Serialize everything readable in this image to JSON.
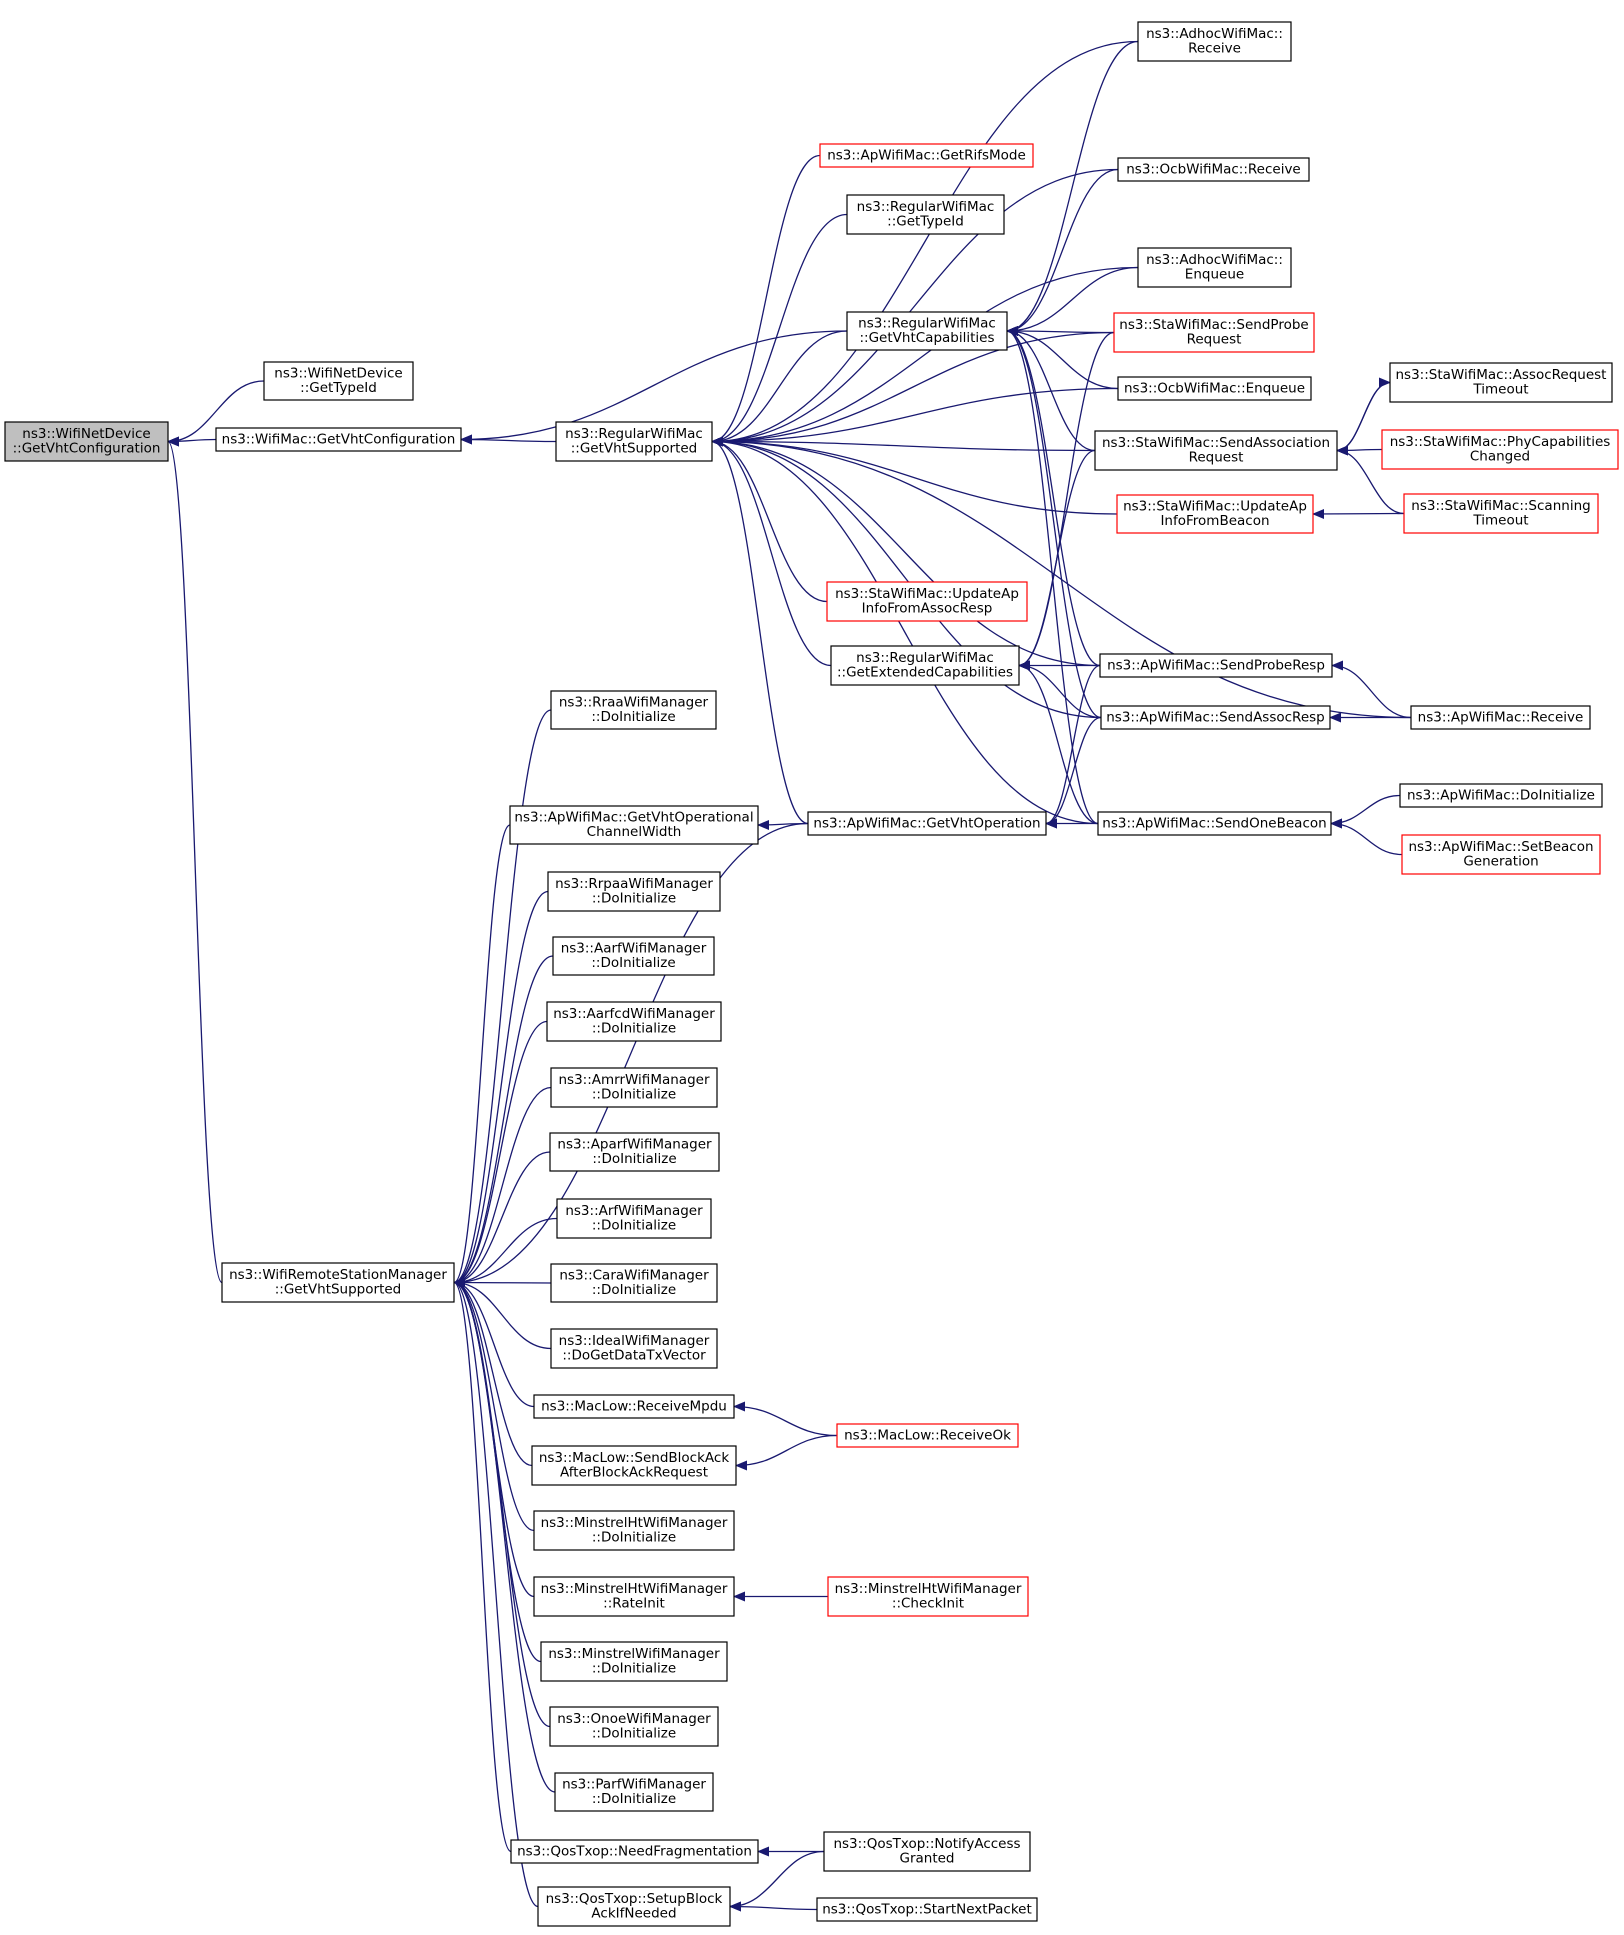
{
  "graph": {
    "colors": {
      "edge": "#191970",
      "border_default": "#000000",
      "border_truncated": "#ff0000",
      "root_fill": "#bfbfbf"
    },
    "nodes": [
      {
        "id": "root",
        "lines": [
          "ns3::WifiNetDevice",
          "::GetVhtConfiguration"
        ],
        "root": true
      },
      {
        "id": "wnd_gettypeid",
        "lines": [
          "ns3::WifiNetDevice",
          "::GetTypeId"
        ]
      },
      {
        "id": "wm_getvhtconfig",
        "lines": [
          "ns3::WifiMac::GetVhtConfiguration"
        ]
      },
      {
        "id": "rwm_getvhtsupported",
        "lines": [
          "ns3::RegularWifiMac",
          "::GetVhtSupported"
        ]
      },
      {
        "id": "wrsm_getvhtsupported",
        "lines": [
          "ns3::WifiRemoteStationManager",
          "::GetVhtSupported"
        ]
      },
      {
        "id": "adhoc_receive",
        "lines": [
          "ns3::AdhocWifiMac::",
          "Receive"
        ]
      },
      {
        "id": "ap_getrifsmode",
        "lines": [
          "ns3::ApWifiMac::GetRifsMode"
        ],
        "truncated": true
      },
      {
        "id": "ocb_receive",
        "lines": [
          "ns3::OcbWifiMac::Receive"
        ]
      },
      {
        "id": "rwm_gettypeid",
        "lines": [
          "ns3::RegularWifiMac",
          "::GetTypeId"
        ]
      },
      {
        "id": "adhoc_enqueue",
        "lines": [
          "ns3::AdhocWifiMac::",
          "Enqueue"
        ]
      },
      {
        "id": "rwm_getvhtcaps",
        "lines": [
          "ns3::RegularWifiMac",
          "::GetVhtCapabilities"
        ]
      },
      {
        "id": "sta_sendprobe",
        "lines": [
          "ns3::StaWifiMac::SendProbe",
          "Request"
        ],
        "truncated": true
      },
      {
        "id": "ocb_enqueue",
        "lines": [
          "ns3::OcbWifiMac::Enqueue"
        ]
      },
      {
        "id": "sta_assocreqtimeout",
        "lines": [
          "ns3::StaWifiMac::AssocRequest",
          "Timeout"
        ]
      },
      {
        "id": "sta_sendassoc",
        "lines": [
          "ns3::StaWifiMac::SendAssociation",
          "Request"
        ]
      },
      {
        "id": "sta_phycaps",
        "lines": [
          "ns3::StaWifiMac::PhyCapabilities",
          "Changed"
        ],
        "truncated": true
      },
      {
        "id": "sta_updateapbeacon",
        "lines": [
          "ns3::StaWifiMac::UpdateAp",
          "InfoFromBeacon"
        ],
        "truncated": true
      },
      {
        "id": "sta_scanningtimeout",
        "lines": [
          "ns3::StaWifiMac::Scanning",
          "Timeout"
        ],
        "truncated": true
      },
      {
        "id": "sta_updateapassoc",
        "lines": [
          "ns3::StaWifiMac::UpdateAp",
          "InfoFromAssocResp"
        ],
        "truncated": true
      },
      {
        "id": "rwm_getextcaps",
        "lines": [
          "ns3::RegularWifiMac",
          "::GetExtendedCapabilities"
        ]
      },
      {
        "id": "ap_sendproberesp",
        "lines": [
          "ns3::ApWifiMac::SendProbeResp"
        ]
      },
      {
        "id": "ap_sendassocresp",
        "lines": [
          "ns3::ApWifiMac::SendAssocResp"
        ]
      },
      {
        "id": "ap_receive",
        "lines": [
          "ns3::ApWifiMac::Receive"
        ]
      },
      {
        "id": "rraa_doinit",
        "lines": [
          "ns3::RraaWifiManager",
          "::DoInitialize"
        ]
      },
      {
        "id": "ap_getvhtopchw",
        "lines": [
          "ns3::ApWifiMac::GetVhtOperational",
          "ChannelWidth"
        ]
      },
      {
        "id": "ap_getvhtop",
        "lines": [
          "ns3::ApWifiMac::GetVhtOperation"
        ]
      },
      {
        "id": "ap_sendonebeacon",
        "lines": [
          "ns3::ApWifiMac::SendOneBeacon"
        ]
      },
      {
        "id": "ap_doinit",
        "lines": [
          "ns3::ApWifiMac::DoInitialize"
        ]
      },
      {
        "id": "ap_setbeacongen",
        "lines": [
          "ns3::ApWifiMac::SetBeacon",
          "Generation"
        ],
        "truncated": true
      },
      {
        "id": "rrpaa_doinit",
        "lines": [
          "ns3::RrpaaWifiManager",
          "::DoInitialize"
        ]
      },
      {
        "id": "aarf_doinit",
        "lines": [
          "ns3::AarfWifiManager",
          "::DoInitialize"
        ]
      },
      {
        "id": "aarfcd_doinit",
        "lines": [
          "ns3::AarfcdWifiManager",
          "::DoInitialize"
        ]
      },
      {
        "id": "amrr_doinit",
        "lines": [
          "ns3::AmrrWifiManager",
          "::DoInitialize"
        ]
      },
      {
        "id": "aparf_doinit",
        "lines": [
          "ns3::AparfWifiManager",
          "::DoInitialize"
        ]
      },
      {
        "id": "arf_doinit",
        "lines": [
          "ns3::ArfWifiManager",
          "::DoInitialize"
        ]
      },
      {
        "id": "cara_doinit",
        "lines": [
          "ns3::CaraWifiManager",
          "::DoInitialize"
        ]
      },
      {
        "id": "ideal_dogetdatatx",
        "lines": [
          "ns3::IdealWifiManager",
          "::DoGetDataTxVector"
        ]
      },
      {
        "id": "maclow_receivempdu",
        "lines": [
          "ns3::MacLow::ReceiveMpdu"
        ]
      },
      {
        "id": "maclow_receiveok",
        "lines": [
          "ns3::MacLow::ReceiveOk"
        ],
        "truncated": true
      },
      {
        "id": "maclow_sendblockack",
        "lines": [
          "ns3::MacLow::SendBlockAck",
          "AfterBlockAckRequest"
        ]
      },
      {
        "id": "minstrelht_doinit",
        "lines": [
          "ns3::MinstrelHtWifiManager",
          "::DoInitialize"
        ]
      },
      {
        "id": "minstrelht_rateinit",
        "lines": [
          "ns3::MinstrelHtWifiManager",
          "::RateInit"
        ]
      },
      {
        "id": "minstrelht_checkinit",
        "lines": [
          "ns3::MinstrelHtWifiManager",
          "::CheckInit"
        ],
        "truncated": true
      },
      {
        "id": "minstrel_doinit",
        "lines": [
          "ns3::MinstrelWifiManager",
          "::DoInitialize"
        ]
      },
      {
        "id": "onoe_doinit",
        "lines": [
          "ns3::OnoeWifiManager",
          "::DoInitialize"
        ]
      },
      {
        "id": "parf_doinit",
        "lines": [
          "ns3::ParfWifiManager",
          "::DoInitialize"
        ]
      },
      {
        "id": "qos_needfrag",
        "lines": [
          "ns3::QosTxop::NeedFragmentation"
        ]
      },
      {
        "id": "qos_notifyaccess",
        "lines": [
          "ns3::QosTxop::NotifyAccess",
          "Granted"
        ]
      },
      {
        "id": "qos_setupblockack",
        "lines": [
          "ns3::QosTxop::SetupBlock",
          "AckIfNeeded"
        ]
      },
      {
        "id": "qos_startnextpacket",
        "lines": [
          "ns3::QosTxop::StartNextPacket"
        ]
      }
    ],
    "edges": [
      [
        "wnd_gettypeid",
        "root"
      ],
      [
        "wm_getvhtconfig",
        "root"
      ],
      [
        "wrsm_getvhtsupported",
        "root"
      ],
      [
        "rwm_getvhtsupported",
        "wm_getvhtconfig"
      ],
      [
        "rwm_getvhtcaps",
        "wm_getvhtconfig"
      ],
      [
        "adhoc_receive",
        "rwm_getvhtsupported"
      ],
      [
        "ap_getrifsmode",
        "rwm_getvhtsupported"
      ],
      [
        "ocb_receive",
        "rwm_getvhtsupported"
      ],
      [
        "rwm_gettypeid",
        "rwm_getvhtsupported"
      ],
      [
        "adhoc_enqueue",
        "rwm_getvhtsupported"
      ],
      [
        "rwm_getvhtcaps",
        "rwm_getvhtsupported"
      ],
      [
        "sta_sendprobe",
        "rwm_getvhtsupported"
      ],
      [
        "ocb_enqueue",
        "rwm_getvhtsupported"
      ],
      [
        "sta_sendassoc",
        "rwm_getvhtsupported"
      ],
      [
        "sta_updateapbeacon",
        "rwm_getvhtsupported"
      ],
      [
        "sta_updateapassoc",
        "rwm_getvhtsupported"
      ],
      [
        "rwm_getextcaps",
        "rwm_getvhtsupported"
      ],
      [
        "ap_sendproberesp",
        "rwm_getvhtsupported"
      ],
      [
        "ap_sendassocresp",
        "rwm_getvhtsupported"
      ],
      [
        "ap_receive",
        "rwm_getvhtsupported"
      ],
      [
        "ap_getvhtop",
        "rwm_getvhtsupported"
      ],
      [
        "ap_sendonebeacon",
        "rwm_getvhtsupported"
      ],
      [
        "adhoc_receive",
        "rwm_getvhtcaps"
      ],
      [
        "ocb_receive",
        "rwm_getvhtcaps"
      ],
      [
        "adhoc_enqueue",
        "rwm_getvhtcaps"
      ],
      [
        "sta_sendprobe",
        "rwm_getvhtcaps"
      ],
      [
        "ocb_enqueue",
        "rwm_getvhtcaps"
      ],
      [
        "sta_sendassoc",
        "rwm_getvhtcaps"
      ],
      [
        "ap_sendproberesp",
        "rwm_getvhtcaps"
      ],
      [
        "ap_sendassocresp",
        "rwm_getvhtcaps"
      ],
      [
        "ap_sendonebeacon",
        "rwm_getvhtcaps"
      ],
      [
        "sta_sendprobe",
        "rwm_getextcaps"
      ],
      [
        "sta_sendassoc",
        "rwm_getextcaps"
      ],
      [
        "ap_sendproberesp",
        "rwm_getextcaps"
      ],
      [
        "ap_sendassocresp",
        "rwm_getextcaps"
      ],
      [
        "ap_sendonebeacon",
        "rwm_getextcaps"
      ],
      [
        "sta_assocreqtimeout",
        "sta_sendassoc"
      ],
      [
        "sta_phycaps",
        "sta_sendassoc"
      ],
      [
        "sta_scanningtimeout",
        "sta_sendassoc"
      ],
      [
        "sta_sendassoc",
        "sta_assocreqtimeout"
      ],
      [
        "sta_scanningtimeout",
        "sta_updateapbeacon"
      ],
      [
        "ap_receive",
        "ap_sendproberesp"
      ],
      [
        "ap_receive",
        "ap_sendassocresp"
      ],
      [
        "ap_sendproberesp",
        "ap_getvhtop"
      ],
      [
        "ap_sendassocresp",
        "ap_getvhtop"
      ],
      [
        "ap_sendonebeacon",
        "ap_getvhtop"
      ],
      [
        "ap_getvhtop",
        "ap_getvhtopchw"
      ],
      [
        "ap_doinit",
        "ap_sendonebeacon"
      ],
      [
        "ap_setbeacongen",
        "ap_sendonebeacon"
      ],
      [
        "rraa_doinit",
        "wrsm_getvhtsupported"
      ],
      [
        "ap_getvhtopchw",
        "wrsm_getvhtsupported"
      ],
      [
        "ap_getvhtop",
        "wrsm_getvhtsupported"
      ],
      [
        "rrpaa_doinit",
        "wrsm_getvhtsupported"
      ],
      [
        "aarf_doinit",
        "wrsm_getvhtsupported"
      ],
      [
        "aarfcd_doinit",
        "wrsm_getvhtsupported"
      ],
      [
        "amrr_doinit",
        "wrsm_getvhtsupported"
      ],
      [
        "aparf_doinit",
        "wrsm_getvhtsupported"
      ],
      [
        "arf_doinit",
        "wrsm_getvhtsupported"
      ],
      [
        "cara_doinit",
        "wrsm_getvhtsupported"
      ],
      [
        "ideal_dogetdatatx",
        "wrsm_getvhtsupported"
      ],
      [
        "maclow_receivempdu",
        "wrsm_getvhtsupported"
      ],
      [
        "maclow_sendblockack",
        "wrsm_getvhtsupported"
      ],
      [
        "minstrelht_doinit",
        "wrsm_getvhtsupported"
      ],
      [
        "minstrelht_rateinit",
        "wrsm_getvhtsupported"
      ],
      [
        "minstrel_doinit",
        "wrsm_getvhtsupported"
      ],
      [
        "onoe_doinit",
        "wrsm_getvhtsupported"
      ],
      [
        "parf_doinit",
        "wrsm_getvhtsupported"
      ],
      [
        "qos_needfrag",
        "wrsm_getvhtsupported"
      ],
      [
        "qos_setupblockack",
        "wrsm_getvhtsupported"
      ],
      [
        "maclow_receiveok",
        "maclow_receivempdu"
      ],
      [
        "maclow_receiveok",
        "maclow_sendblockack"
      ],
      [
        "minstrelht_checkinit",
        "minstrelht_rateinit"
      ],
      [
        "qos_notifyaccess",
        "qos_needfrag"
      ],
      [
        "qos_notifyaccess",
        "qos_setupblockack"
      ],
      [
        "qos_startnextpacket",
        "qos_setupblockack"
      ]
    ]
  }
}
